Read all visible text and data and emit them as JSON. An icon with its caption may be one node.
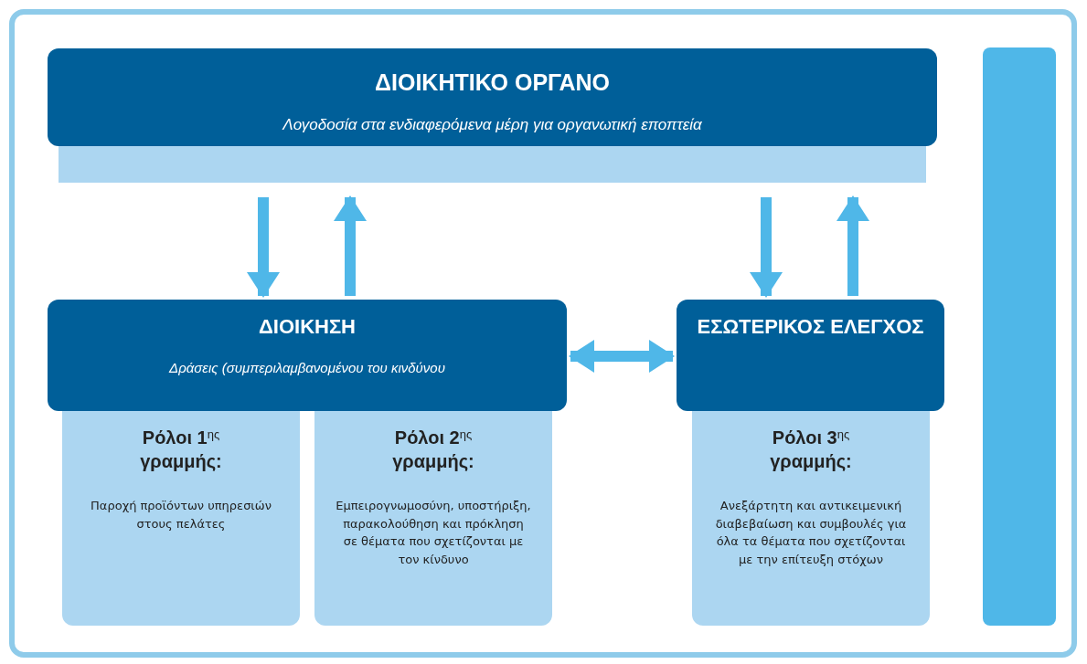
{
  "diagram": {
    "nodes": [
      {
        "text": [
          "ΔΙΟΙΚΗΤΙΚΟ ΟΡΓΑΝΟ",
          "Λογοδοσία στα ενδιαφερόμενα μέρη για οργανωτική εποπτεία"
        ]
      },
      {
        "text": [
          "ΔΙΟΙΚΗΣΗ",
          "Δράσεις (συμπεριλαμβανομένου του κινδύνου"
        ]
      },
      {
        "text": [
          "ΕΣΩΤΕΡΙΚΟΣ ΕΛΕΓΧΟΣ"
        ]
      },
      {
        "text": [
          "Ρόλοι 1$^{ης}$ γραμμής:",
          "Παροχή προϊόντων υπηρεσιών στους πελάτες"
        ]
      },
      {
        "text": [
          "Ρόλοι 2$^{ης}$ γραμμής:",
          "Εμπειρογνωμοσύνη, υποστήριξη, παρακολούθηση και πρόκληση σε θέματα που σχετίζονται με τον κίνδυνο"
        ]
      },
      {
        "text": [
          "Ρόλοι 3$^{ης}$ γραμμής:",
          "Ανεξάρτητη και αντικειμενική διαβεβαίωση και συμβουλές για όλα τα θέματα που σχετίζονται με την επίτευξη στόχων"
        ]
      },
      {
        "text": [],
        "shape": "bar"
      }
    ],
    "edges": [
      {
        "from": 0,
        "to": 1,
        "arrow": "to"
      },
      {
        "from": 1,
        "to": 0,
        "arrow": "to"
      },
      {
        "from": 1,
        "to": 2,
        "arrow": "both"
      },
      {
        "from": 0,
        "to": 2,
        "arrow": "to"
      },
      {
        "from": 2,
        "to": 0,
        "arrow": "to"
      }
    ]
  }
}
